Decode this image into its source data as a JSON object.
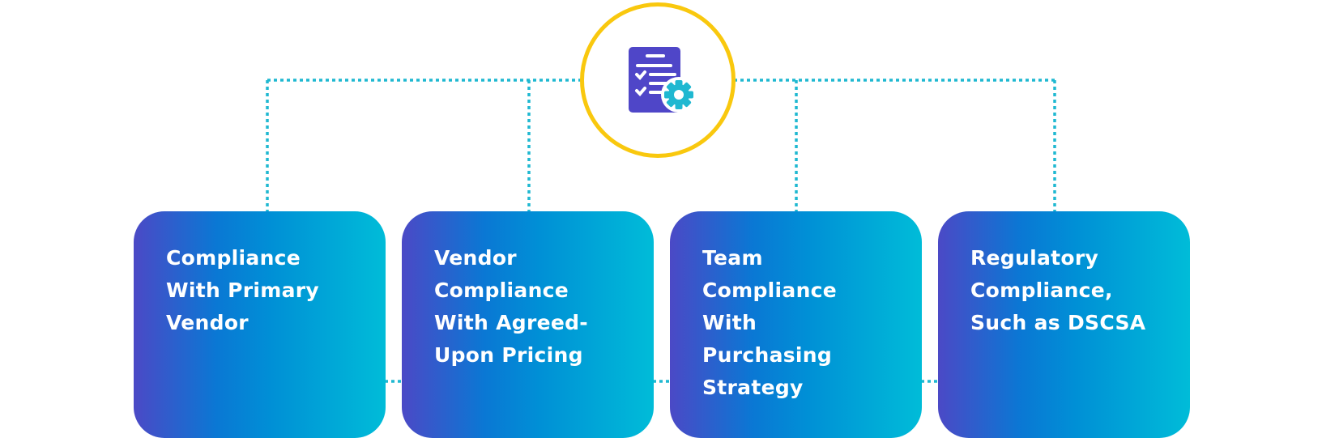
{
  "hub": {
    "icon": "checklist-settings-icon",
    "ring_color": "#f9c80e"
  },
  "connector_color": "#1fb8d1",
  "cards": [
    {
      "label": "Compliance With Primary Vendor"
    },
    {
      "label": "Vendor Compliance With Agreed-Upon Pricing"
    },
    {
      "label": "Team Compliance With Purchasing Strategy"
    },
    {
      "label": "Regulatory Compliance, Such as DSCSA"
    }
  ]
}
